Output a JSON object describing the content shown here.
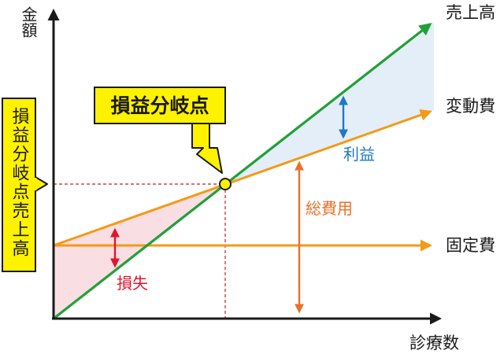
{
  "labels": {
    "y_axis": "金額",
    "x_axis": "診療数",
    "sales": "売上高",
    "variable_cost": "変動費",
    "fixed_cost": "固定費",
    "total_cost": "総費用",
    "profit": "利益",
    "loss": "損失",
    "bep_callout": "損益分岐点",
    "bep_sales": "損益分岐点売上高"
  },
  "colors": {
    "sales_line": "#22a038",
    "cost_line": "#f39a16",
    "fixed_arrow": "#ee8a10",
    "total_arrow": "#e8702a",
    "profit_arrow": "#1f78c8",
    "loss_arrow": "#e0162b",
    "profit_fill": "#e4eef8",
    "loss_fill": "#f9dfe3",
    "callout_fill": "#fff200",
    "dashed": "#b8242e",
    "axis": "#1a1a1a"
  }
}
